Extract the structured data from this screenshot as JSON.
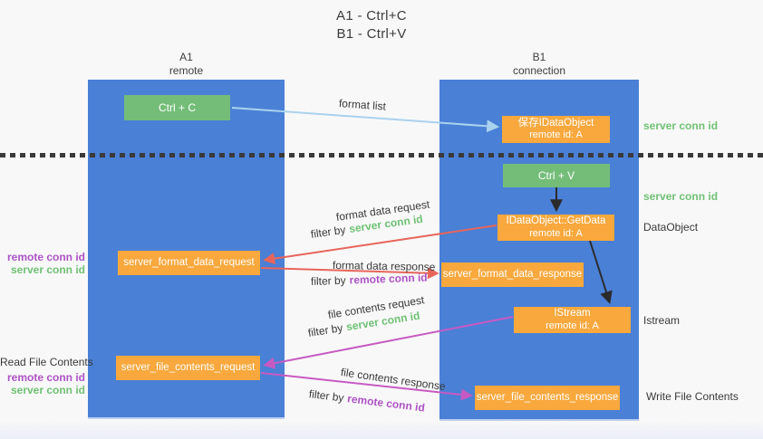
{
  "title": {
    "line1": "A1 - Ctrl+C",
    "line2": "B1 - Ctrl+V"
  },
  "colors": {
    "column_blue": "#4a80d6",
    "node_green": "#74bd78",
    "node_orange": "#f8a83d",
    "label_green": "#6fc173",
    "label_purple": "#ad52c5",
    "arrow_red": "#e8655a",
    "arrow_magenta": "#c75ac2",
    "arrow_light_blue": "#a9d2ee",
    "arrow_black": "#2b2b2b"
  },
  "columns": {
    "left": {
      "title": "A1",
      "subtitle": "remote"
    },
    "right": {
      "title": "B1",
      "subtitle": "connection"
    }
  },
  "nodes": {
    "ctrl_c": {
      "label": "Ctrl + C"
    },
    "ctrl_v": {
      "label": "Ctrl + V"
    },
    "save_dataobject": {
      "line1": "保存IDataObject",
      "line2": "remote id: A"
    },
    "getdata": {
      "line1": "IDataObject::GetData",
      "line2": "remote id: A"
    },
    "istream": {
      "line1": "IStream",
      "line2": "remote id: A"
    },
    "server_format_data_request": {
      "label": "server_format_data_request"
    },
    "server_format_data_response": {
      "label": "server_format_data_response"
    },
    "server_file_contents_request": {
      "label": "server_file_contents_request"
    },
    "server_file_contents_response": {
      "label": "server_file_contents_response"
    }
  },
  "arrow_labels": {
    "format_list": "format list",
    "format_data_request": "format data request",
    "format_data_response": "format data response",
    "file_contents_request": "file contents request",
    "file_contents_response": "file contents response",
    "filter_by": "filter by",
    "server_conn_id": "server conn id",
    "remote_conn_id": "remote conn id"
  },
  "side_labels": {
    "left": {
      "remote_conn_id": "remote conn id",
      "server_conn_id": "server conn id",
      "read_file_contents": "Read File Contents",
      "remote_conn_id2": "remote conn id",
      "server_conn_id2": "server conn id"
    },
    "right": {
      "server_conn_id_top": "server conn id",
      "server_conn_id_mid": "server conn id",
      "dataobject": "DataObject",
      "istream": "Istream",
      "write_file_contents": "Write File Contents"
    }
  }
}
